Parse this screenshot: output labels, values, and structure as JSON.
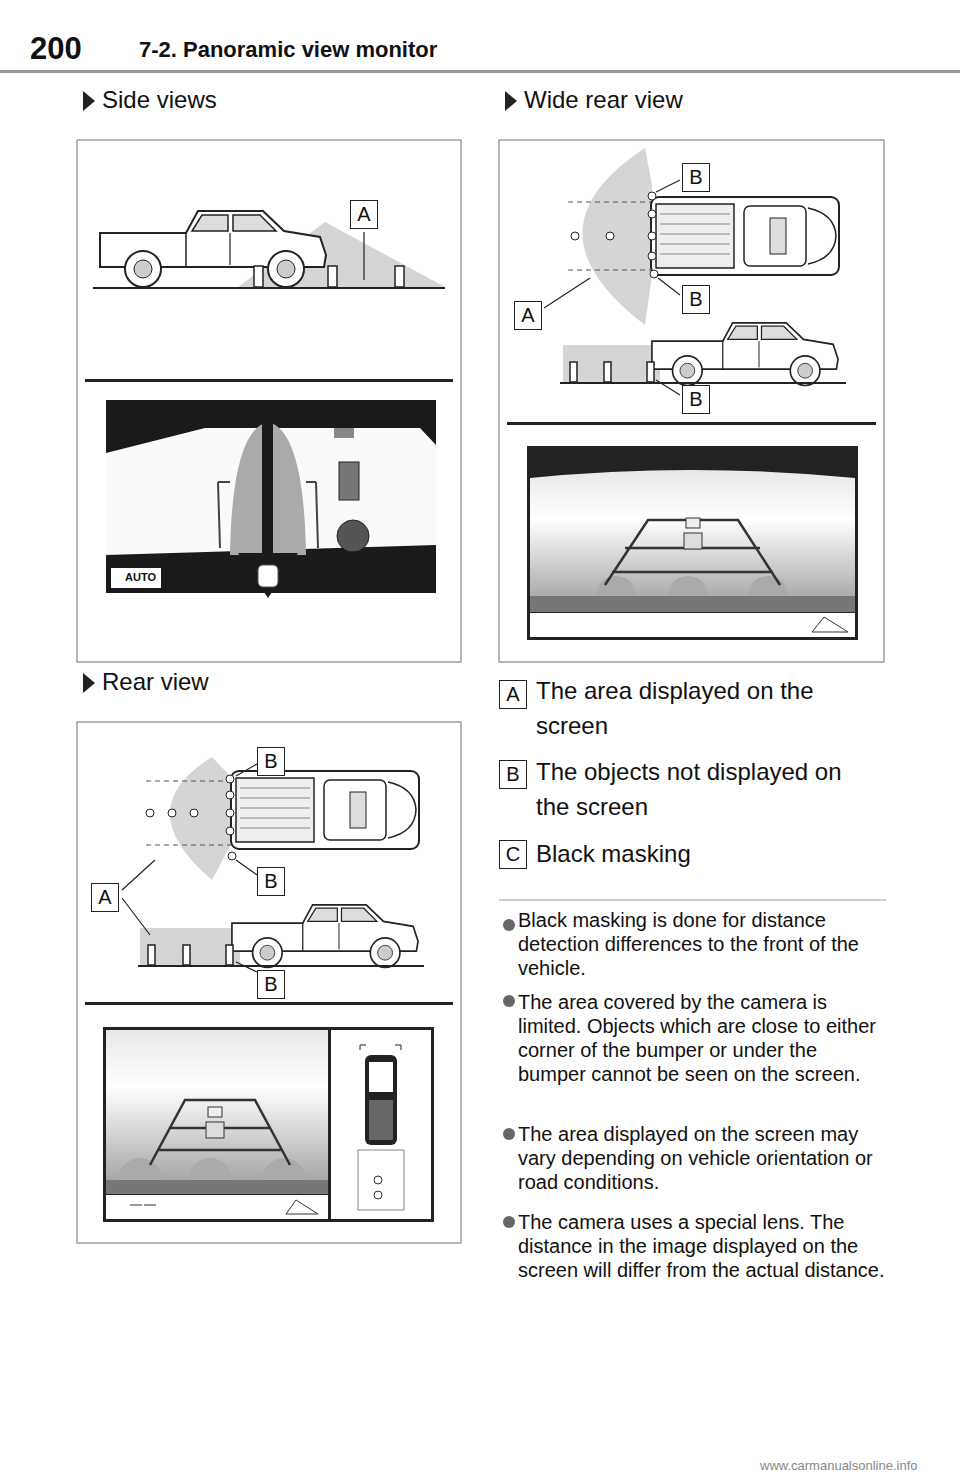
{
  "diagram": {
    "title": "7-2. Panoramic view monitor",
    "labels": [
      "200",
      "Side views",
      "A",
      "AUTO",
      "Rear view",
      "B",
      "B",
      "A",
      "B",
      "Wide rear view",
      "B",
      "B",
      "A",
      "B",
      "A",
      "The area displayed on the screen",
      "B",
      "The objects not displayed on the screen",
      "C",
      "Black masking",
      "Black masking is done for distance detection differences to the front of the vehicle.",
      "The area covered by the camera is limited. Objects which are close to either corner of the bumper or under the bumper cannot be seen on the screen.",
      "The area displayed on the screen may vary depending on vehicle orientation or road conditions.",
      "The camera uses a special lens. The distance in the image displayed on the screen will differ from the actual distance.",
      "www.carmanualsonline.info"
    ]
  }
}
